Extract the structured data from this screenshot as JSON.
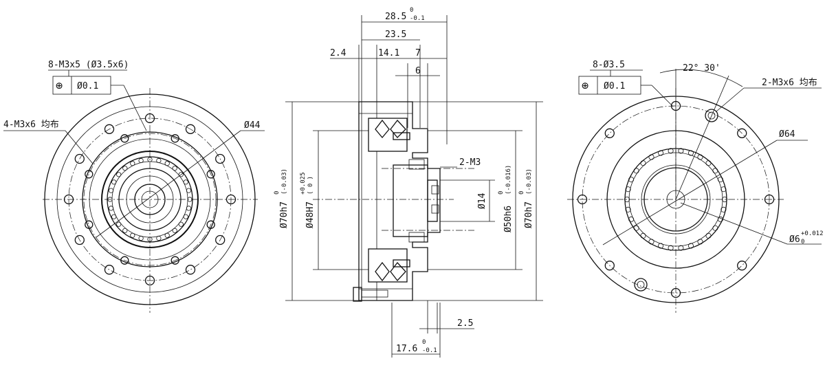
{
  "left_view": {
    "thread_callout": "8-M3x5 (Ø3.5x6)",
    "position_symbol": "⊕",
    "tolerance": "Ø0.1",
    "side_callout": "4-M3x6 均布",
    "diameter": "Ø44"
  },
  "section_view": {
    "top_dims": {
      "overall": "28.5",
      "overall_upper": "0",
      "overall_lower": "-0.1",
      "d23": "23.5",
      "d24": "2.4",
      "d141": "14.1",
      "d7": "7",
      "d6": "6"
    },
    "left_dims": {
      "d70": "Ø70h7",
      "d70_tol_upper": "0",
      "d70_tol_lower": "(-0.03)",
      "d48": "Ø48H7",
      "d48_tol_upper": "+0.025",
      "d48_tol_lower": "( 0 )"
    },
    "right_dims": {
      "m3": "2-M3",
      "d14": "Ø14",
      "d50": "Ø50h6",
      "d50_tol_upper": "0",
      "d50_tol_lower": "(-0.016)",
      "d70": "Ø70h7",
      "d70_tol_upper": "0",
      "d70_tol_lower": "(-0.03)"
    },
    "bottom_dims": {
      "d25": "2.5",
      "d176": "17.6",
      "d176_upper": "0",
      "d176_lower": "-0.1"
    }
  },
  "right_view": {
    "hole_callout": "8-Ø3.5",
    "position_symbol": "⊕",
    "tolerance": "Ø0.1",
    "angle": "22° 30'",
    "thread_callout": "2-M3x6 均布",
    "diameter": "Ø64",
    "pin_diameter": "Ø6",
    "pin_upper": "+0.012",
    "pin_lower": "0"
  }
}
